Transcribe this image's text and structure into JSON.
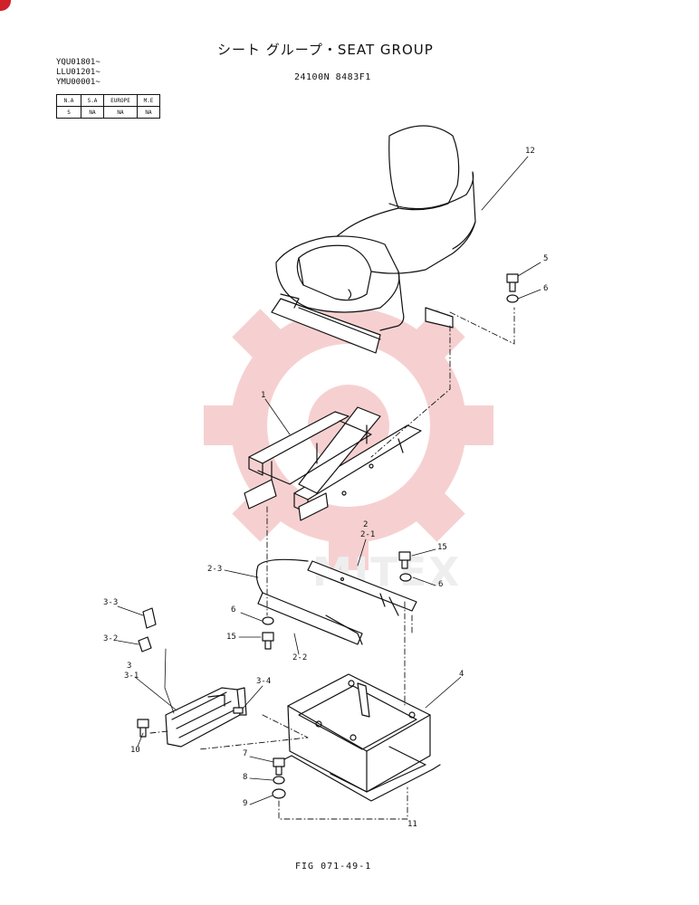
{
  "header": {
    "title": "シート グループ・SEAT GROUP",
    "code": "24100N 8483F1",
    "serials": [
      "YQU01801~",
      "LLU01201~",
      "YMU00001~"
    ]
  },
  "region_table": {
    "headers": [
      "N.A",
      "S.A",
      "EUROPE",
      "M.E"
    ],
    "values": [
      "S",
      "NA",
      "NA",
      "NA"
    ]
  },
  "callouts": {
    "c12": "12",
    "c5": "5",
    "c6a": "6",
    "c1": "1",
    "c2": "2",
    "c2_1": "2-1",
    "c15a": "15",
    "c6b": "6",
    "c2_3": "2-3",
    "c3_3": "3-3",
    "c6c": "6",
    "c15b": "15",
    "c3_2": "3-2",
    "c2_2": "2-2",
    "c3": "3",
    "c3_1": "3-1",
    "c3_4": "3-4",
    "c4": "4",
    "c10": "10",
    "c7": "7",
    "c8": "8",
    "c9": "9",
    "c11": "11"
  },
  "footer": {
    "figure": "FIG 071-49-1"
  },
  "watermark": {
    "text": "MITEX",
    "color": "#f3c4c4"
  },
  "corner_badge": {
    "color": "#d0212a"
  }
}
